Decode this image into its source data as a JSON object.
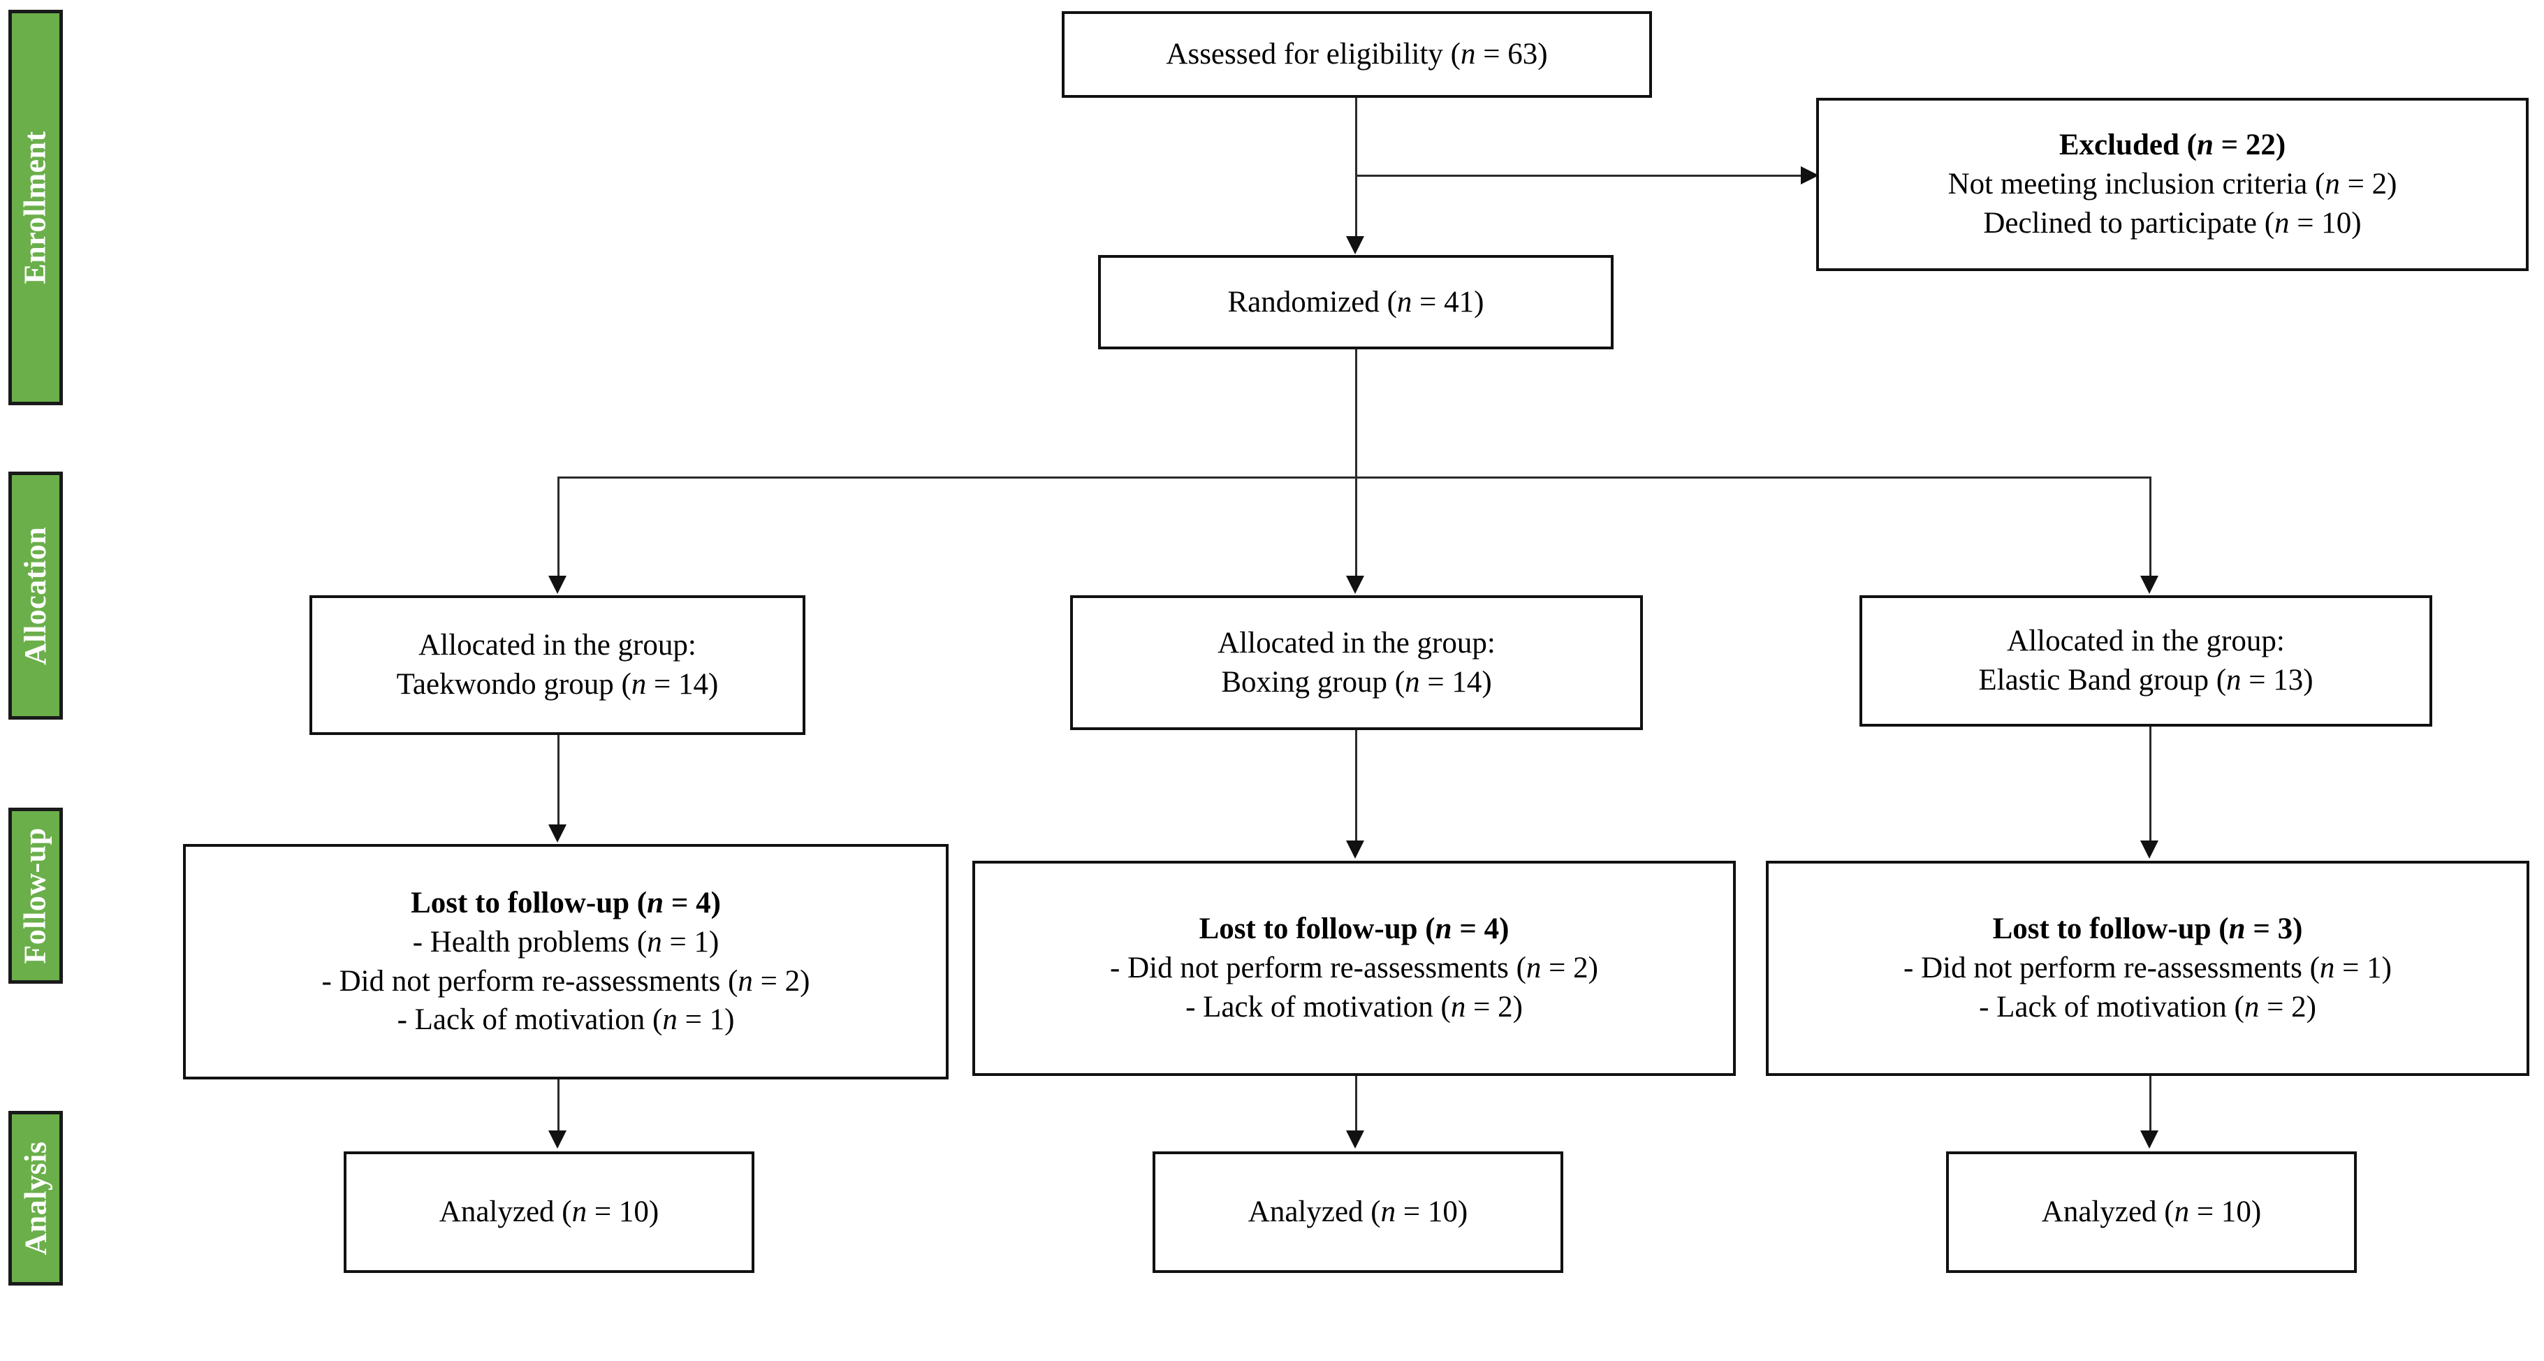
{
  "figure": {
    "type": "consort-flow-diagram",
    "accent_green": "#6BAF4B",
    "line_color": "#2a2a2a",
    "border_color": "#111111",
    "background": "#ffffff"
  },
  "phases": [
    {
      "label": "Enrollment"
    },
    {
      "label": "Allocation"
    },
    {
      "label": "Follow-up"
    },
    {
      "label": "Analysis"
    }
  ],
  "boxes": {
    "assessed": {
      "lines": [
        "Assessed for eligibility (n = 63)"
      ]
    },
    "excluded": {
      "lines": [
        "Excluded (n = 22)",
        "Not meeting inclusion criteria (n = 2)",
        "Declined to participate (n = 10)"
      ]
    },
    "randomized": {
      "lines": [
        "Randomized (n = 41)"
      ]
    },
    "allocated_taekwondo": {
      "lines": [
        "Allocated in the group:",
        "Taekwondo group (n = 14)"
      ]
    },
    "allocated_boxing": {
      "lines": [
        "Allocated in the group:",
        "Boxing group (n = 14)"
      ]
    },
    "allocated_elastic": {
      "lines": [
        "Allocated in the group:",
        "Elastic Band group (n = 13)"
      ]
    },
    "lost_taekwondo": {
      "lines": [
        "Lost to follow-up (n = 4)",
        "-   Health problems (n = 1)",
        "-   Did not perform re-assessments  (n = 2)",
        "-   Lack of motivation (n  = 1)"
      ]
    },
    "lost_boxing": {
      "lines": [
        "Lost to follow-up (n = 4)",
        "-   Did not perform re-assessments  (n = 2)",
        "-   Lack of motivation (n  = 2)"
      ]
    },
    "lost_elastic": {
      "lines": [
        "Lost to follow-up (n = 3)",
        "-   Did not perform re-assessments  (n = 1)",
        "-   Lack of motivation (n  = 2)"
      ]
    },
    "analyzed_taekwondo": {
      "lines": [
        "Analyzed (n = 10)"
      ]
    },
    "analyzed_boxing": {
      "lines": [
        "Analyzed (n = 10)"
      ]
    },
    "analyzed_elastic": {
      "lines": [
        "Analyzed (n = 10)"
      ]
    }
  },
  "chart_data": {
    "type": "diagram",
    "title": "CONSORT participant flow",
    "nodes": [
      {
        "id": "assessed",
        "phase": "Enrollment",
        "label": "Assessed for eligibility",
        "n": 63
      },
      {
        "id": "excluded",
        "phase": "Enrollment",
        "label": "Excluded",
        "n": 22,
        "reasons": [
          {
            "label": "Not meeting inclusion criteria",
            "n": 2
          },
          {
            "label": "Declined to participate",
            "n": 10
          }
        ]
      },
      {
        "id": "randomized",
        "phase": "Enrollment",
        "label": "Randomized",
        "n": 41
      },
      {
        "id": "allocated_taekwondo",
        "phase": "Allocation",
        "label": "Taekwondo group",
        "n": 14
      },
      {
        "id": "allocated_boxing",
        "phase": "Allocation",
        "label": "Boxing group",
        "n": 14
      },
      {
        "id": "allocated_elastic",
        "phase": "Allocation",
        "label": "Elastic Band group",
        "n": 13
      },
      {
        "id": "lost_taekwondo",
        "phase": "Follow-up",
        "label": "Lost to follow-up",
        "n": 4,
        "reasons": [
          {
            "label": "Health problems",
            "n": 1
          },
          {
            "label": "Did not perform re-assessments",
            "n": 2
          },
          {
            "label": "Lack of motivation",
            "n": 1
          }
        ]
      },
      {
        "id": "lost_boxing",
        "phase": "Follow-up",
        "label": "Lost to follow-up",
        "n": 4,
        "reasons": [
          {
            "label": "Did not perform re-assessments",
            "n": 2
          },
          {
            "label": "Lack of motivation",
            "n": 2
          }
        ]
      },
      {
        "id": "lost_elastic",
        "phase": "Follow-up",
        "label": "Lost to follow-up",
        "n": 3,
        "reasons": [
          {
            "label": "Did not perform re-assessments",
            "n": 1
          },
          {
            "label": "Lack of motivation",
            "n": 2
          }
        ]
      },
      {
        "id": "analyzed_taekwondo",
        "phase": "Analysis",
        "label": "Analyzed",
        "n": 10
      },
      {
        "id": "analyzed_boxing",
        "phase": "Analysis",
        "label": "Analyzed",
        "n": 10
      },
      {
        "id": "analyzed_elastic",
        "phase": "Analysis",
        "label": "Analyzed",
        "n": 10
      }
    ],
    "edges": [
      {
        "from": "assessed",
        "to": "excluded"
      },
      {
        "from": "assessed",
        "to": "randomized"
      },
      {
        "from": "randomized",
        "to": "allocated_taekwondo"
      },
      {
        "from": "randomized",
        "to": "allocated_boxing"
      },
      {
        "from": "randomized",
        "to": "allocated_elastic"
      },
      {
        "from": "allocated_taekwondo",
        "to": "lost_taekwondo"
      },
      {
        "from": "allocated_boxing",
        "to": "lost_boxing"
      },
      {
        "from": "allocated_elastic",
        "to": "lost_elastic"
      },
      {
        "from": "lost_taekwondo",
        "to": "analyzed_taekwondo"
      },
      {
        "from": "lost_boxing",
        "to": "analyzed_boxing"
      },
      {
        "from": "lost_elastic",
        "to": "analyzed_elastic"
      }
    ]
  }
}
